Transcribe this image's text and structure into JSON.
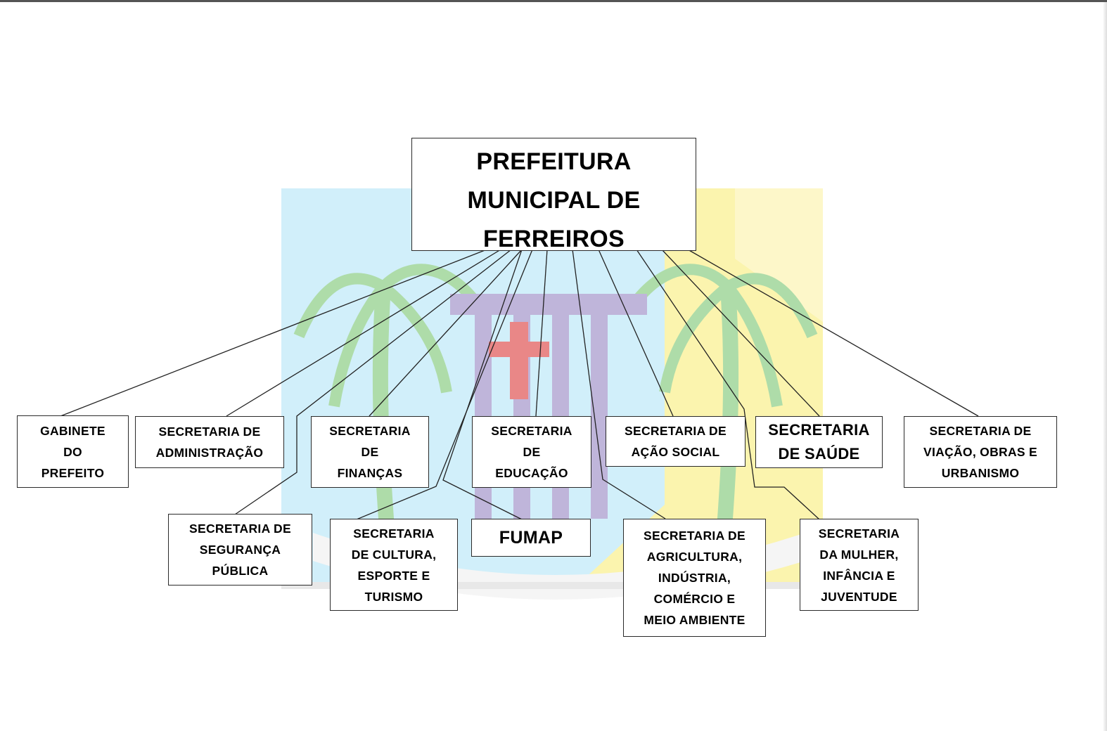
{
  "root": {
    "label": "PREFEITURA\nMUNICIPAL DE\nFERREIROS"
  },
  "units": {
    "gabinete": "GABINETE\nDO\nPREFEITO",
    "administracao": "SECRETARIA DE\nADMINISTRAÇÃO",
    "financas": "SECRETARIA\nDE\nFINANÇAS",
    "educacao": "SECRETARIA\nDE\nEDUCAÇÃO",
    "acao_social": "SECRETARIA DE\nAÇÃO SOCIAL",
    "saude": "SECRETARIA\nDE SAÚDE",
    "viacao": "SECRETARIA DE\nVIAÇÃO, OBRAS E\nURBANISMO",
    "seguranca": "SECRETARIA DE\nSEGURANÇA\nPÚBLICA",
    "cultura": "SECRETARIA\nDE CULTURA,\nESPORTE E\nTURISMO",
    "fumap": "FUMAP",
    "agricultura": "SECRETARIA DE\nAGRICULTURA,\nINDÚSTRIA,\nCOMÉRCIO E\nMEIO AMBIENTE",
    "mulher": "SECRETARIA\nDA MULHER,\nINFÂNCIA E\nJUVENTUDE"
  },
  "watermark": {
    "colors": {
      "sky": "#cdeefa",
      "yellow": "#fbf3a6",
      "green": "#a6d9a0",
      "purple": "#b9aed6",
      "red": "#e77b7b"
    }
  }
}
